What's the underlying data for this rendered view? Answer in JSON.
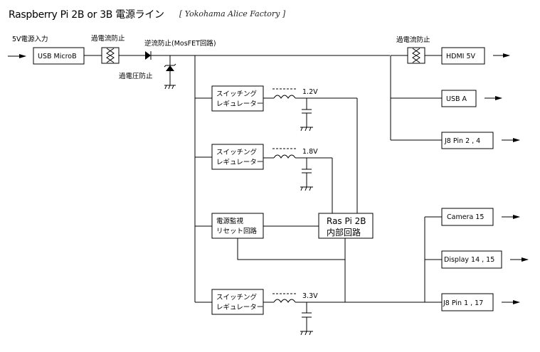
{
  "header": {
    "title": "Raspberry Pi 2B or 3B 電源ライン",
    "subtitle": "[ Yokohama Alice Factory ]"
  },
  "labels": {
    "input": "5V電源入力",
    "overcurrent1": "過電流防止",
    "reverse": "逆流防止(MosFET回路)",
    "overvoltage": "過電圧防止",
    "overcurrent2": "過電流防止"
  },
  "boxes": {
    "usb_microb": "USB MicroB",
    "hdmi": "HDMI 5V",
    "usba": "USB A",
    "j8_24": "J8 Pin 2 , 4",
    "camera": "Camera 15",
    "display": "Display 14 , 15",
    "j8_117": "J8 Pin 1 , 17",
    "reg_line1": "スイッチング",
    "reg_line2": "レギュレーター",
    "monitor_line1": "電源監視",
    "monitor_line2": "リセット回路",
    "raspi_line1": "Ras Pi 2B",
    "raspi_line2": "内部回路"
  },
  "voltages": {
    "v1": "1.2V",
    "v2": "1.8V",
    "v3": "3.3V"
  }
}
